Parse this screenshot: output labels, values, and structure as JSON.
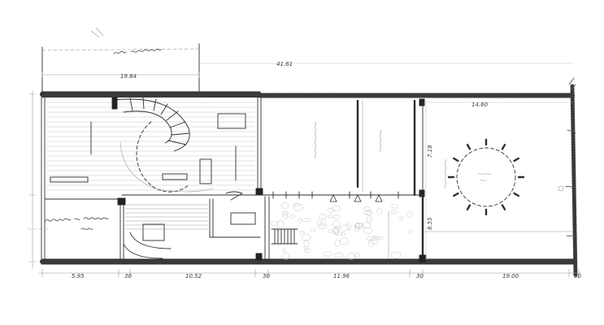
{
  "dimensions": {
    "top": {
      "left_block": "19.84",
      "overall": "41.61",
      "right_room": "14.60"
    },
    "bottom": [
      "5.95",
      "30",
      "10.52",
      "30",
      "11.96",
      "30",
      "19.00",
      "30"
    ],
    "right": {
      "upper": "7.18",
      "lower": "8.55"
    }
  },
  "colors": {
    "ink": "#2e2e2e",
    "paper": "#ffffff"
  }
}
